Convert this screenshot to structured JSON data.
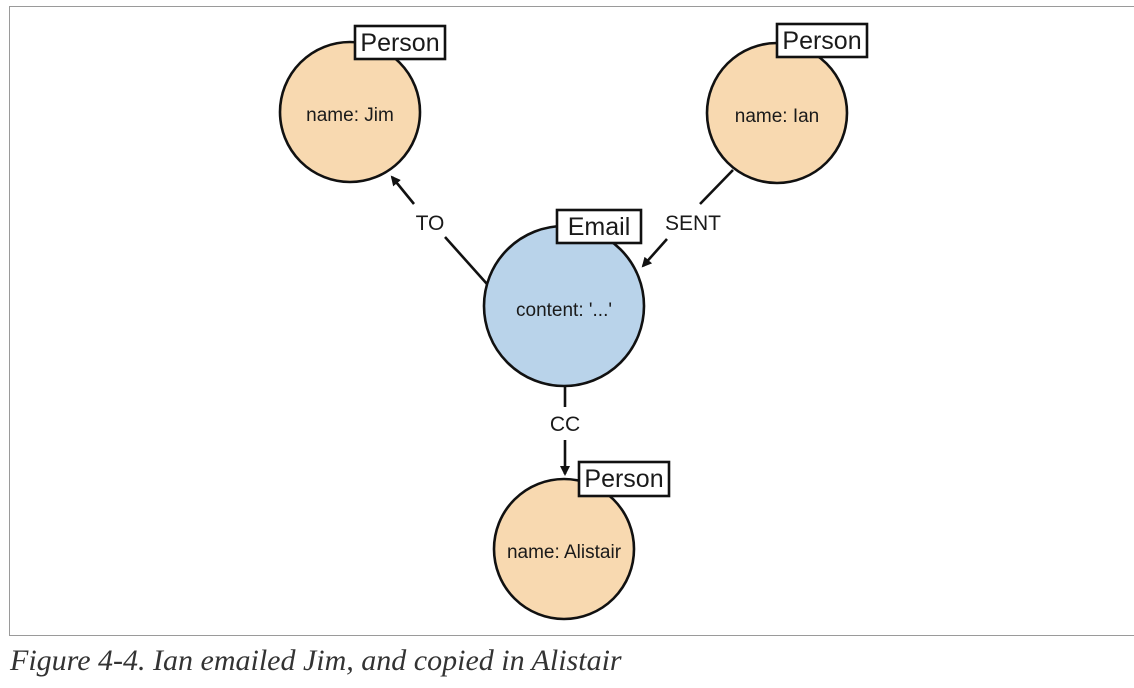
{
  "diagram": {
    "nodes": {
      "jim": {
        "label": "Person",
        "property": "name: Jim"
      },
      "ian": {
        "label": "Person",
        "property": "name: Ian"
      },
      "email": {
        "label": "Email",
        "property": "content: '...'"
      },
      "alistair": {
        "label": "Person",
        "property": "name: Alistair"
      }
    },
    "edges": {
      "to": "TO",
      "sent": "SENT",
      "cc": "CC"
    },
    "colors": {
      "person_fill": "#f8d9b0",
      "email_fill": "#b9d3ea",
      "stroke": "#111111"
    }
  },
  "caption": "Figure 4-4. Ian emailed Jim, and copied in Alistair"
}
